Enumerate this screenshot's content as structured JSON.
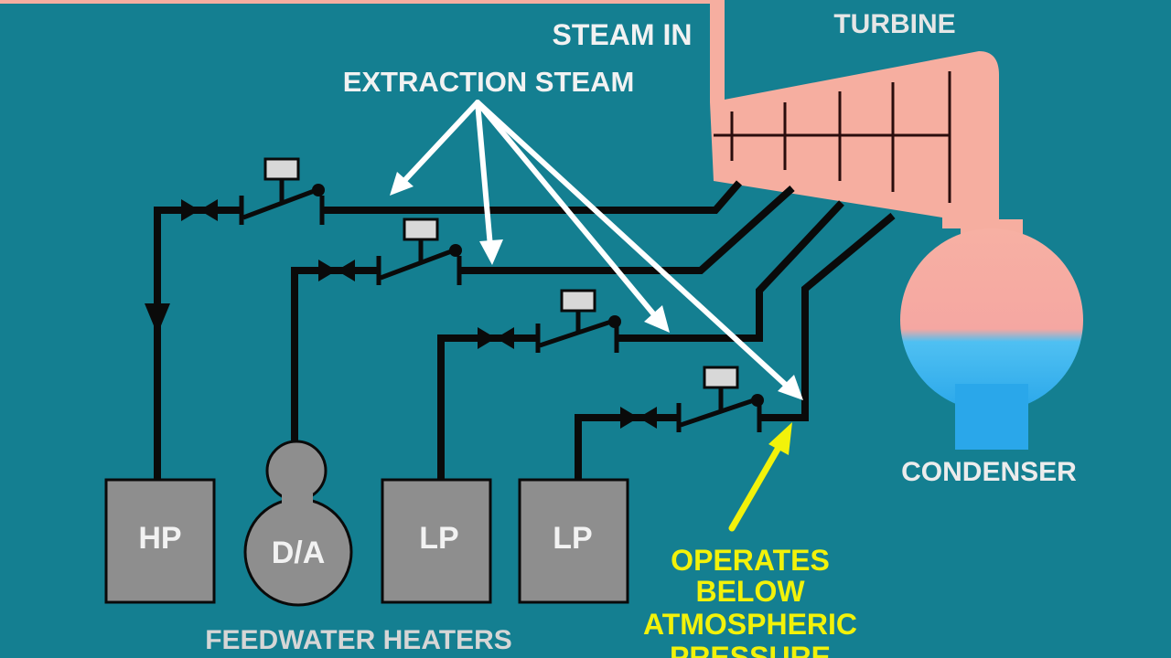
{
  "labels": {
    "steam_in": "STEAM IN",
    "turbine": "TURBINE",
    "extraction_steam": "EXTRACTION STEAM",
    "condenser": "CONDENSER",
    "feedwater_heaters": "FEEDWATER HEATERS",
    "operates_note": [
      "OPERATES",
      "BELOW",
      "ATMOSPHERIC",
      "PRESSURE"
    ]
  },
  "heaters": [
    {
      "label": "HP"
    },
    {
      "label": "D/A"
    },
    {
      "label": "LP"
    },
    {
      "label": "LP"
    }
  ],
  "colors": {
    "background": "#147f91",
    "turbine_fill": "#f6aea0",
    "condenser_water": "#3fb8f0",
    "heater_fill": "#8e8e8e",
    "pipe": "#0a0a0a",
    "arrow": "#ffffff",
    "note_text": "#f2f20a",
    "label_text": "#f2f2f2"
  },
  "icons": [
    "gate-valve-icon",
    "check-valve-icon",
    "flow-arrow-icon"
  ]
}
